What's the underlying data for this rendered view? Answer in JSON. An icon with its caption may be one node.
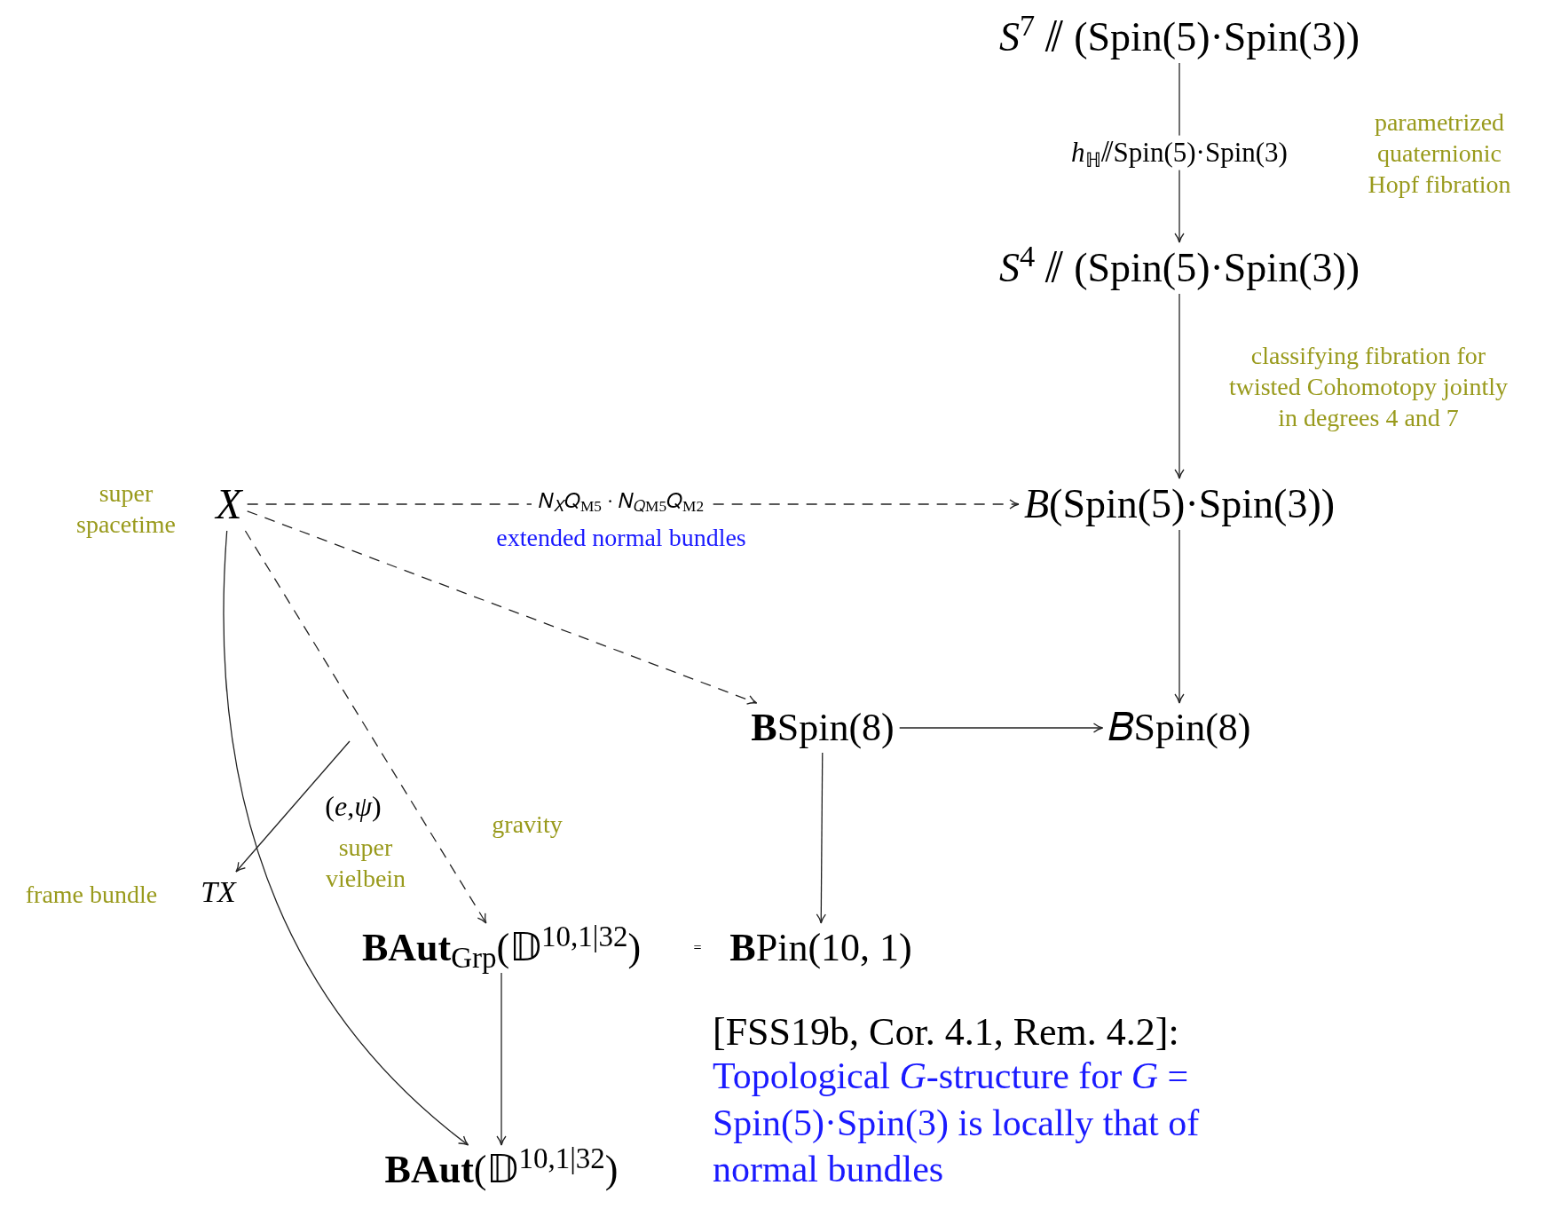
{
  "diagram": {
    "nodes": [
      {
        "text": [
          "*S*$^{7}$ ⫽ (Spin(5)·Spin(3))"
        ]
      },
      {
        "text": [
          "*S*$^{4}$ ⫽ (Spin(5)·Spin(3))"
        ]
      },
      {
        "text": [
          "*X*"
        ],
        "beside": [
          "super spacetime"
        ]
      },
      {
        "text": [
          "*B*(Spin(5)·Spin(3))"
        ]
      },
      {
        "text": [
          "**B**Spin(8)"
        ]
      },
      {
        "text": [
          "𝐵Spin(8)"
        ]
      },
      {
        "text": [
          "*TX*"
        ],
        "beside": [
          "frame bundle"
        ]
      },
      {
        "text": [
          "**BAut**$_{Grp}$(𝔻$^{10,1|32}$)"
        ]
      },
      {
        "text": [
          "**B**Pin(10, 1)"
        ]
      },
      {
        "text": [
          "**BAut**(𝔻$^{10,1|32}$)"
        ]
      }
    ],
    "edges": [
      {
        "from": 0,
        "to": 1,
        "arrow": "to",
        "label": "*h*$_{ℍ}$⫽Spin(5)·Spin(3)"
      },
      {
        "from": 1,
        "to": 3,
        "arrow": "to"
      },
      {
        "from": 2,
        "to": 3,
        "arrow": "to",
        "style": "dashed",
        "label": "𝑁$_{𝑋}$𝑄$_{M5}$ · 𝑁$_{𝑄M5}$𝑄$_{M2}$"
      },
      {
        "from": 2,
        "to": 4,
        "arrow": "to",
        "style": "dashed"
      },
      {
        "from": 3,
        "to": 5,
        "arrow": "to"
      },
      {
        "from": 4,
        "to": 5,
        "arrow": "to"
      },
      {
        "from": 4,
        "to": 8,
        "arrow": "to"
      },
      {
        "from": 2,
        "to": 7,
        "arrow": "to",
        "style": "dashed"
      },
      {
        "from": null,
        "to": 6,
        "arrow": "to",
        "label": "(*e*,*ψ*)"
      },
      {
        "from": 7,
        "to": 9,
        "arrow": "to"
      },
      {
        "from": 2,
        "to": 9,
        "arrow": "to"
      }
    ],
    "labels": [
      "parametrized quaternionic Hopf fibration",
      "classifying fibration for twisted Cohomotopy jointly in degrees 4 and 7",
      "extended normal bundles",
      "gravity",
      "super vielbein",
      "=",
      "[FSS19b, Cor. 4.1, Rem. 4.2]:",
      "Topological *G*-structure for *G* = Spin(5)·Spin(3) is locally that of normal bundles"
    ]
  }
}
